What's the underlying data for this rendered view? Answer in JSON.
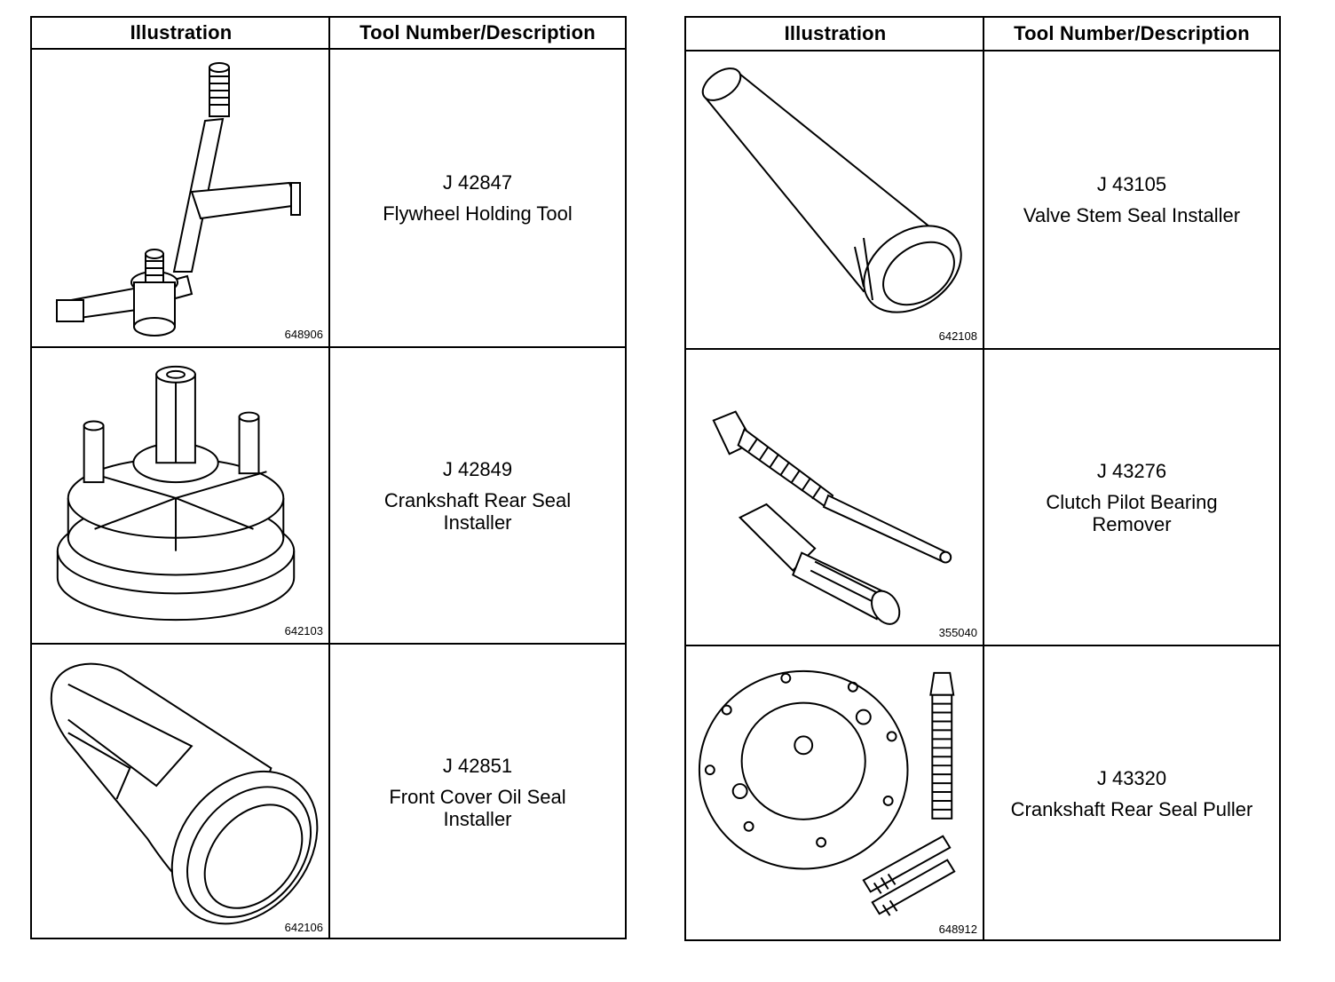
{
  "headers": {
    "illustration": "Illustration",
    "description": "Tool Number/Description"
  },
  "left_table": [
    {
      "tool_number": "J 42847",
      "description": "Flywheel Holding Tool",
      "figure_id": "648906",
      "icon": "flywheel-holding-tool-icon"
    },
    {
      "tool_number": "J 42849",
      "description": "Crankshaft Rear Seal\nInstaller",
      "figure_id": "642103",
      "icon": "rear-seal-installer-icon"
    },
    {
      "tool_number": "J 42851",
      "description": "Front Cover Oil Seal\nInstaller",
      "figure_id": "642106",
      "icon": "front-cover-seal-installer-icon"
    }
  ],
  "right_table": [
    {
      "tool_number": "J 43105",
      "description": "Valve Stem Seal Installer",
      "figure_id": "642108",
      "icon": "valve-stem-seal-installer-icon"
    },
    {
      "tool_number": "J 43276",
      "description": "Clutch Pilot Bearing\nRemover",
      "figure_id": "355040",
      "icon": "pilot-bearing-remover-icon"
    },
    {
      "tool_number": "J 43320",
      "description": "Crankshaft Rear Seal Puller",
      "figure_id": "648912",
      "icon": "rear-seal-puller-icon"
    }
  ]
}
